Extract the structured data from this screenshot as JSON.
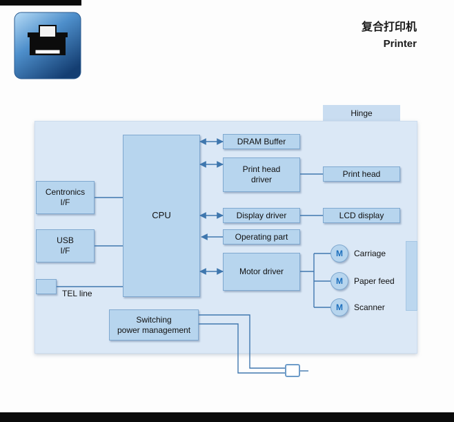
{
  "header": {
    "title_cn": "复合打印机",
    "title_en": "Printer"
  },
  "diagram": {
    "hinge_label": "Hinge",
    "tel_label": "TEL line",
    "blocks": {
      "centronics": [
        "Centronics",
        "I/F"
      ],
      "usb": [
        "USB",
        "I/F"
      ],
      "cpu": "CPU",
      "dram_buffer": "DRAM Buffer",
      "print_head_driver": [
        "Print head",
        "driver"
      ],
      "print_head": "Print head",
      "display_driver": "Display driver",
      "lcd_display": "LCD display",
      "operating_part": "Operating part",
      "motor_driver": "Motor driver",
      "switching_power": [
        "Switching",
        "power management"
      ]
    },
    "motors": [
      {
        "symbol": "M",
        "label": "Carriage"
      },
      {
        "symbol": "M",
        "label": "Paper feed"
      },
      {
        "symbol": "M",
        "label": "Scanner"
      }
    ],
    "colors": {
      "panel_fill": "#dbe8f6",
      "box_fill": "#b7d5ee",
      "box_border": "#7fa8cf",
      "connector": "#3f77ae",
      "motor_letter": "#1d6fbd",
      "icon_gradient_top": "#b7dcf7",
      "icon_gradient_bottom": "#143e72"
    }
  }
}
